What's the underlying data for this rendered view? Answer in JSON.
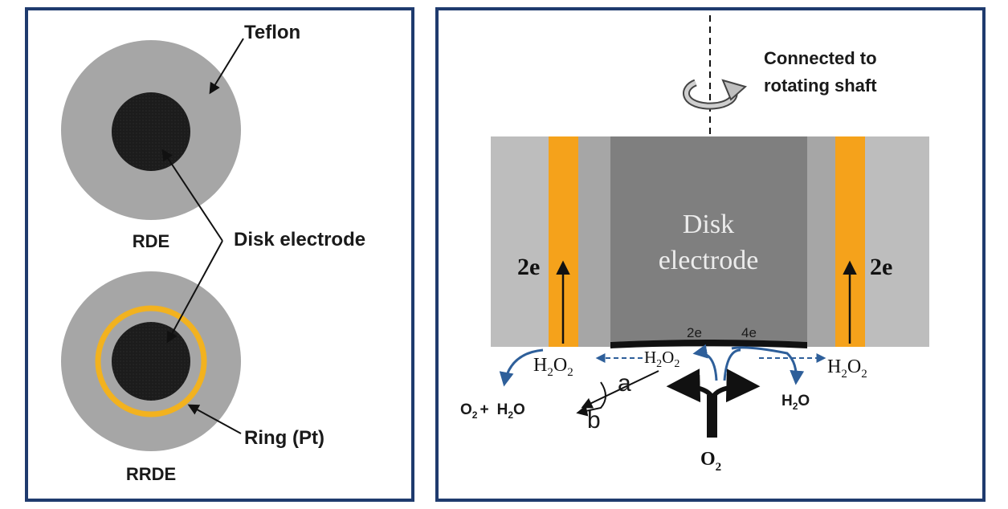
{
  "colors": {
    "panel_border": "#1f3b6e",
    "teflon": "#a6a6a6",
    "teflon_light": "#bdbdbd",
    "disk": "#1c1c1c",
    "ring": "#f2b21f",
    "ring_band": "#f5a21b",
    "disk_body": "#7f7f7f",
    "flow_arrow": "#2e5f9a"
  },
  "left_panel": {
    "teflon_label": "Teflon",
    "rde_label": "RDE",
    "disk_electrode_label": "Disk electrode",
    "rrde_label": "RRDE",
    "ring_label": "Ring (Pt)"
  },
  "right_panel": {
    "shaft_label_line1": "Connected to",
    "shaft_label_line2": "rotating shaft",
    "disk_label_line1": "Disk",
    "disk_label_line2": "electrode",
    "left_2e": "2e",
    "right_2e": "2e",
    "surface_2e": "2e",
    "surface_4e": "4e",
    "h2o2_left": {
      "main": "H",
      "sub1": "2",
      "mid": "O",
      "sub2": "2"
    },
    "h2o2_center": {
      "main": "H",
      "sub1": "2",
      "mid": "O",
      "sub2": "2"
    },
    "h2o2_right": {
      "main": "H",
      "sub1": "2",
      "mid": "O",
      "sub2": "2"
    },
    "path_a": "a",
    "path_b": "b",
    "products_left": {
      "o": "O",
      "sub": "2",
      "plus": "+",
      "h": "H",
      "hsub": "2",
      "tail": "O"
    },
    "h2o_right": {
      "h": "H",
      "sub": "2",
      "tail": "O"
    },
    "o2_bottom": {
      "o": "O",
      "sub": "2"
    }
  }
}
